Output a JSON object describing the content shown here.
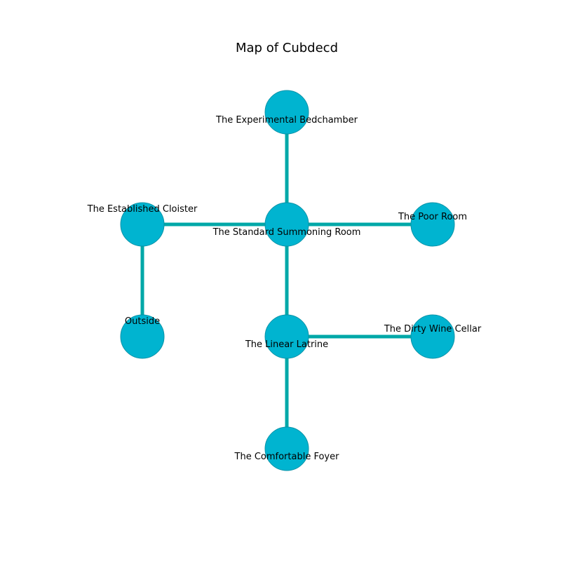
{
  "title": "Map of Cubdecd",
  "colors": {
    "background": "#ffffff",
    "node_fill": "#00b4d0",
    "node_stroke": "#0a93a8",
    "edge": "#00a8a8",
    "label": "#000000"
  },
  "nodes": [
    {
      "id": "bedchamber",
      "label": "The Experimental Bedchamber",
      "icon": "circle"
    },
    {
      "id": "cloister",
      "label": "The Established Cloister",
      "icon": "circle"
    },
    {
      "id": "summoning",
      "label": "The Standard Summoning Room",
      "icon": "circle"
    },
    {
      "id": "poor",
      "label": "The Poor Room",
      "icon": "circle"
    },
    {
      "id": "outside",
      "label": "Outside",
      "icon": "circle"
    },
    {
      "id": "latrine",
      "label": "The Linear Latrine",
      "icon": "circle"
    },
    {
      "id": "cellar",
      "label": "The Dirty Wine Cellar",
      "icon": "circle"
    },
    {
      "id": "foyer",
      "label": "The Comfortable Foyer",
      "icon": "circle"
    }
  ],
  "edges": [
    {
      "from": "bedchamber",
      "to": "summoning"
    },
    {
      "from": "cloister",
      "to": "summoning"
    },
    {
      "from": "summoning",
      "to": "poor"
    },
    {
      "from": "cloister",
      "to": "outside"
    },
    {
      "from": "summoning",
      "to": "latrine"
    },
    {
      "from": "latrine",
      "to": "cellar"
    },
    {
      "from": "latrine",
      "to": "foyer"
    }
  ]
}
